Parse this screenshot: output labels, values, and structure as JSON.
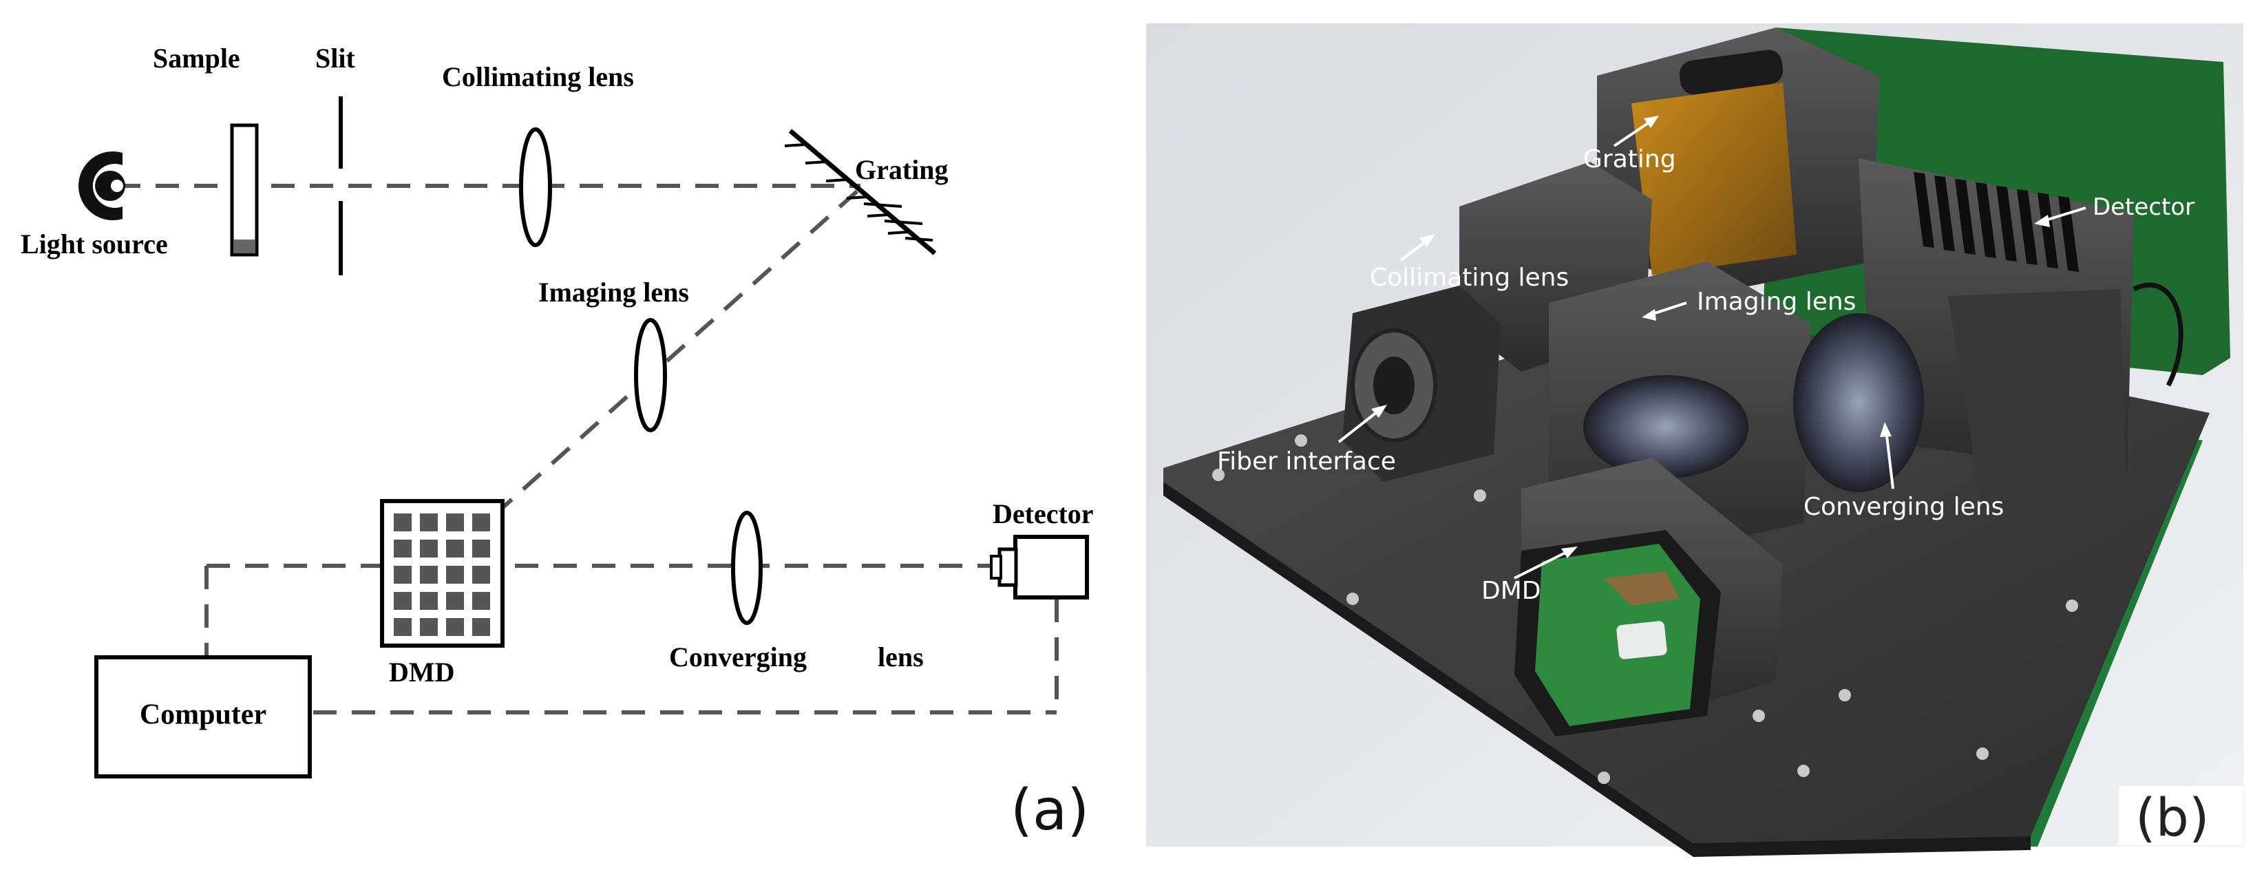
{
  "panel_a": {
    "labels": {
      "sample": "Sample",
      "slit": "Slit",
      "collimating_lens": "Collimating lens",
      "grating": "Grating",
      "light_source": "Light source",
      "imaging_lens": "Imaging lens",
      "detector": "Detector",
      "dmd": "DMD",
      "converging_lens": "Converging",
      "converging_lens_word2": "lens",
      "computer": "Computer"
    },
    "panel_label": "(a)"
  },
  "panel_b": {
    "labels": {
      "grating": "Grating",
      "detector": "Detector",
      "collimating_lens": "Collimating lens",
      "imaging_lens": "Imaging lens",
      "fiber_interface": "Fiber interface",
      "converging_lens": "Converging lens",
      "dmd": "DMD"
    },
    "panel_label": "(b)"
  },
  "colors": {
    "line": "#000000",
    "dash": "#555555",
    "device_plate": "#3a3a3a",
    "pcb_green": "#1f7a3a",
    "photo_bg": "#dfe3e6",
    "annotation_text": "#ffffff"
  }
}
